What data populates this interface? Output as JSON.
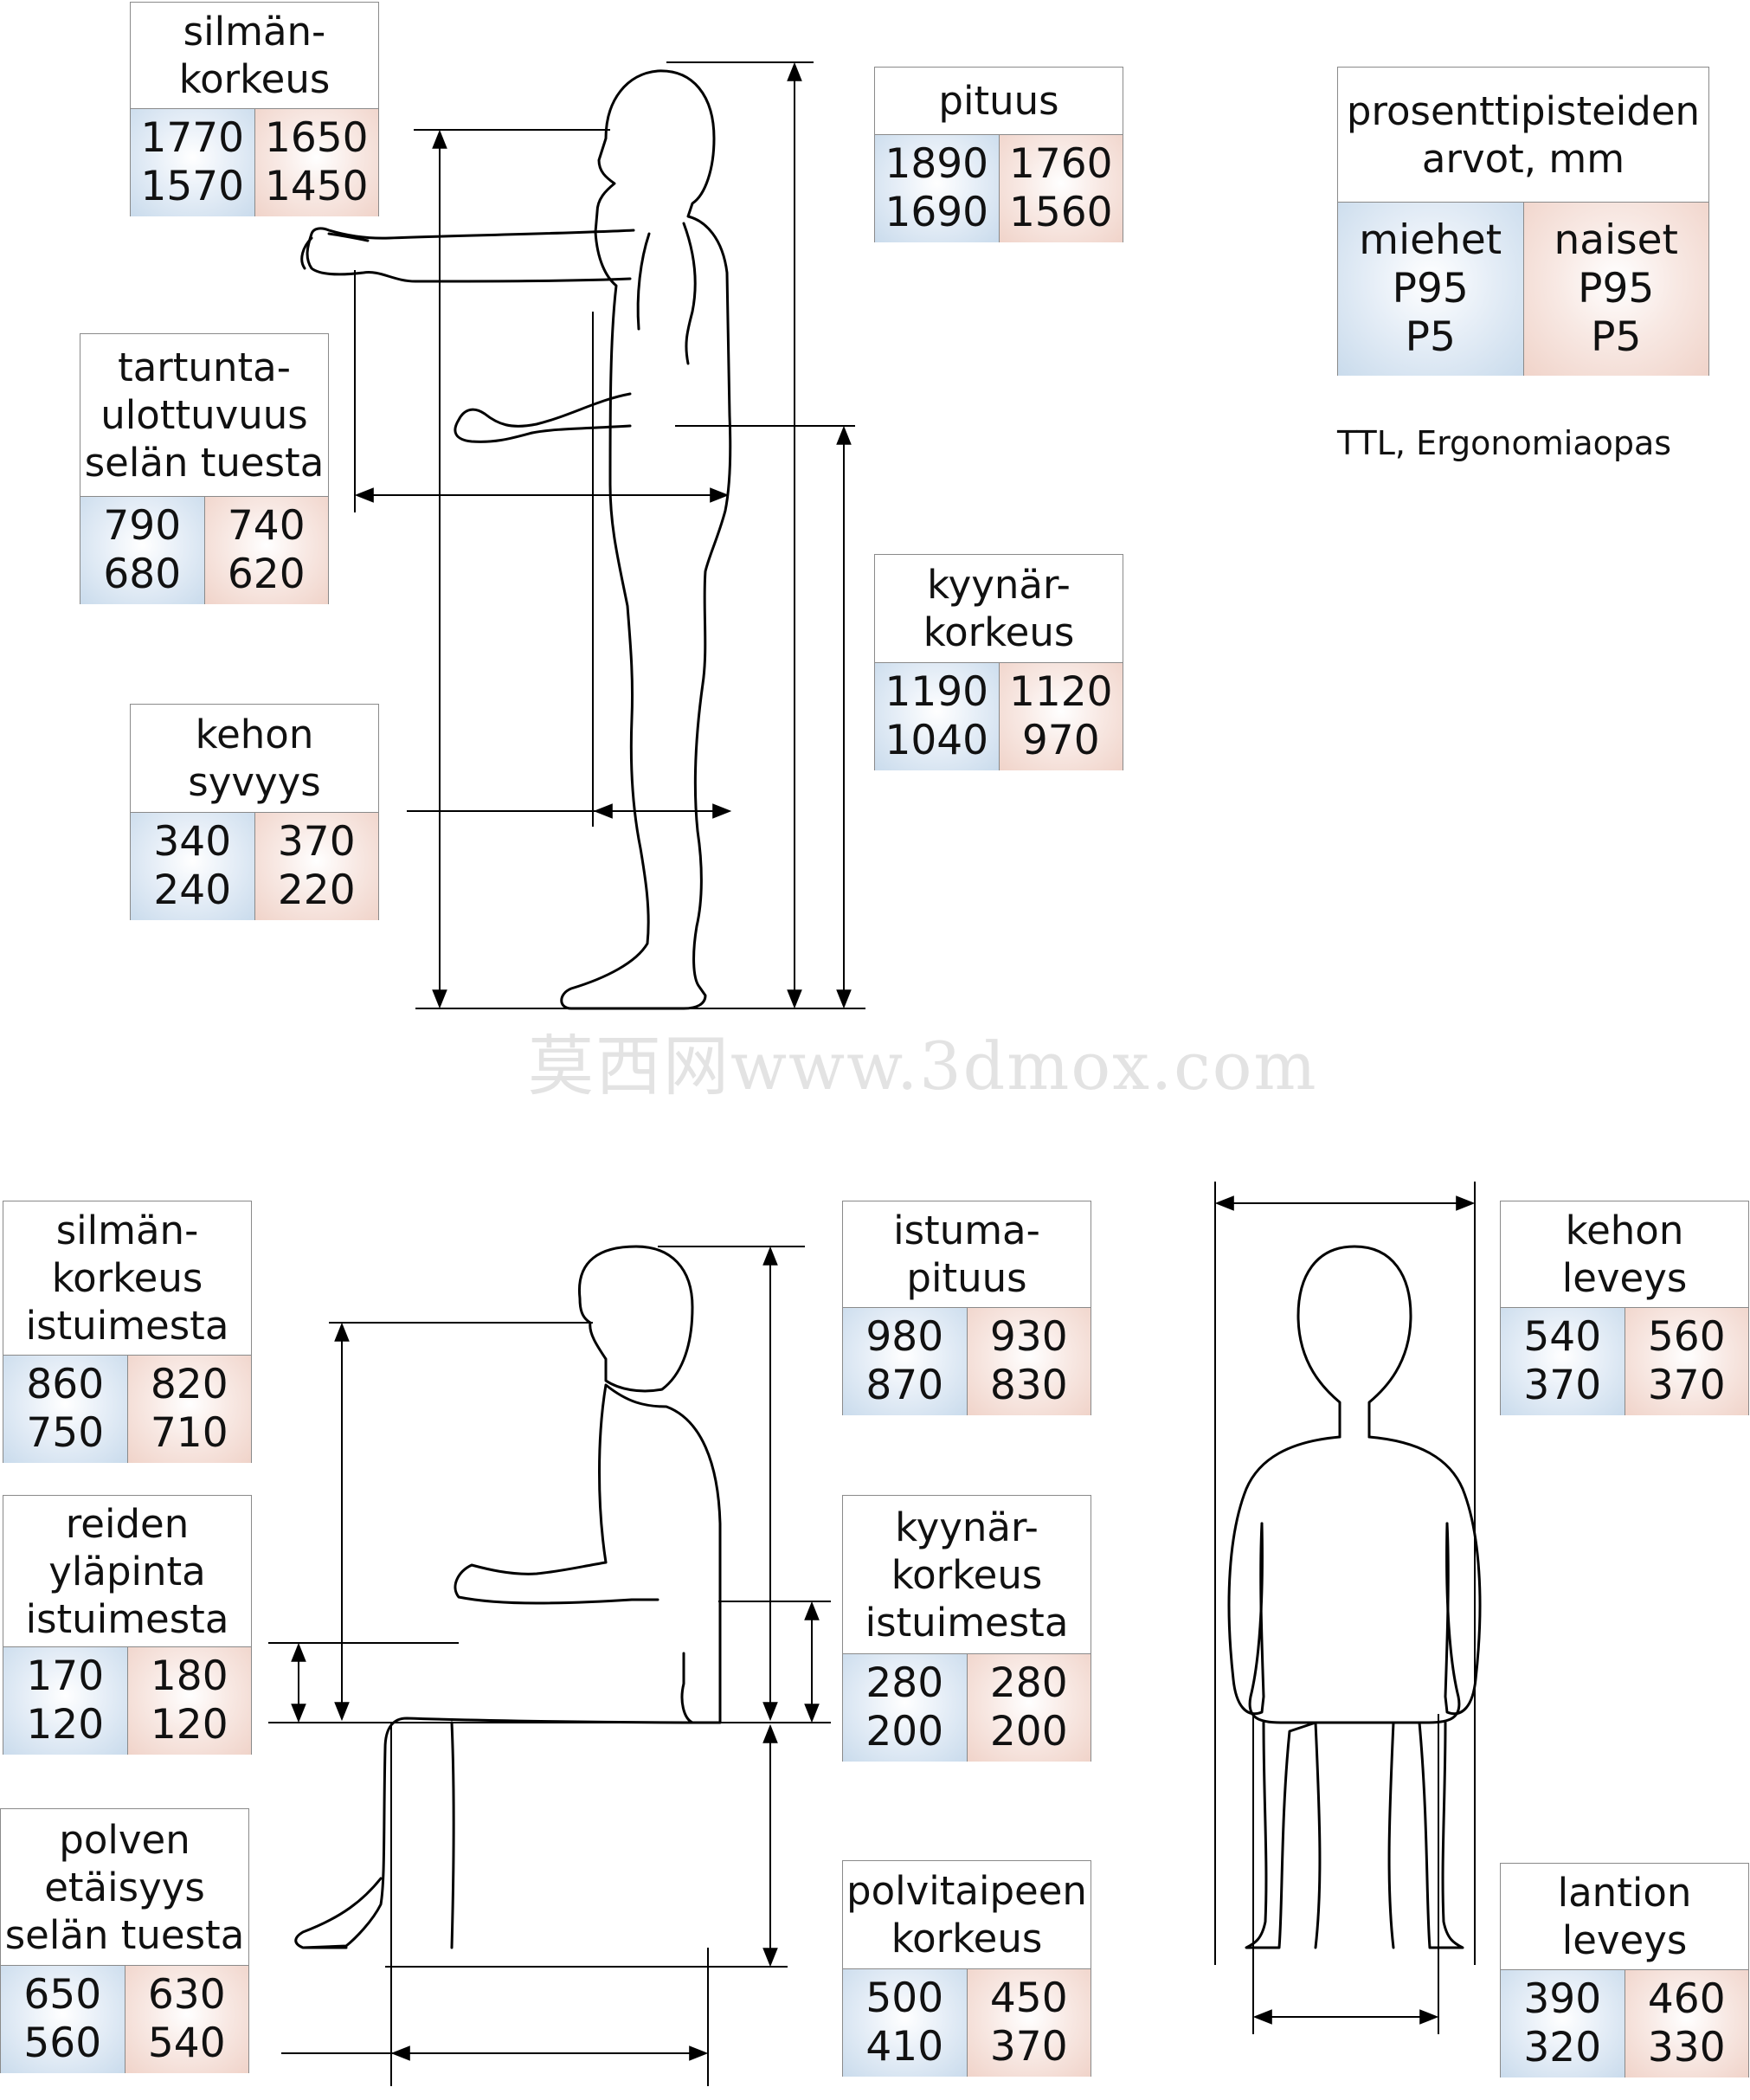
{
  "legend": {
    "title": [
      "prosenttipisteiden",
      "arvot, mm"
    ],
    "men": [
      "miehet",
      "P95",
      "P5"
    ],
    "women": [
      "naiset",
      "P95",
      "P5"
    ]
  },
  "source": "TTL, Ergonomiaopas",
  "watermark": "莫西网www.3dmox.com",
  "measurements": [
    {
      "key": "silman_korkeus",
      "label": [
        "silmän-",
        "korkeus"
      ],
      "men": [
        "1770",
        "1570"
      ],
      "women": [
        "1650",
        "1450"
      ]
    },
    {
      "key": "pituus",
      "label": [
        "pituus"
      ],
      "men": [
        "1890",
        "1690"
      ],
      "women": [
        "1760",
        "1560"
      ]
    },
    {
      "key": "tartunta",
      "label": [
        "tartunta-",
        "ulottuvuus",
        "selän tuesta"
      ],
      "men": [
        "790",
        "680"
      ],
      "women": [
        "740",
        "620"
      ]
    },
    {
      "key": "kyynar_korkeus",
      "label": [
        "kyynär-",
        "korkeus"
      ],
      "men": [
        "1190",
        "1040"
      ],
      "women": [
        "1120",
        "970"
      ]
    },
    {
      "key": "kehon_syvyys",
      "label": [
        "kehon",
        "syvyys"
      ],
      "men": [
        "340",
        "240"
      ],
      "women": [
        "370",
        "220"
      ]
    },
    {
      "key": "silman_korkeus_istuimesta",
      "label": [
        "silmän-",
        "korkeus",
        "istuimesta"
      ],
      "men": [
        "860",
        "750"
      ],
      "women": [
        "820",
        "710"
      ]
    },
    {
      "key": "istuma_pituus",
      "label": [
        "istuma-",
        "pituus"
      ],
      "men": [
        "980",
        "870"
      ],
      "women": [
        "930",
        "830"
      ]
    },
    {
      "key": "kehon_leveys",
      "label": [
        "kehon",
        "leveys"
      ],
      "men": [
        "540",
        "370"
      ],
      "women": [
        "560",
        "370"
      ]
    },
    {
      "key": "reiden_ylapinta",
      "label": [
        "reiden",
        "yläpinta",
        "istuimesta"
      ],
      "men": [
        "170",
        "120"
      ],
      "women": [
        "180",
        "120"
      ]
    },
    {
      "key": "kyynar_korkeus_istuimesta",
      "label": [
        "kyynär-",
        "korkeus",
        "istuimesta"
      ],
      "men": [
        "280",
        "200"
      ],
      "women": [
        "280",
        "200"
      ]
    },
    {
      "key": "polven_etaisyys",
      "label": [
        "polven",
        "etäisyys",
        "selän tuesta"
      ],
      "men": [
        "650",
        "560"
      ],
      "women": [
        "630",
        "540"
      ]
    },
    {
      "key": "polvitaipeen_korkeus",
      "label": [
        "polvitaipeen",
        "korkeus"
      ],
      "men": [
        "500",
        "410"
      ],
      "women": [
        "450",
        "370"
      ]
    },
    {
      "key": "lantion_leveys",
      "label": [
        "lantion",
        "leveys"
      ],
      "men": [
        "390",
        "320"
      ],
      "women": [
        "460",
        "330"
      ]
    }
  ]
}
